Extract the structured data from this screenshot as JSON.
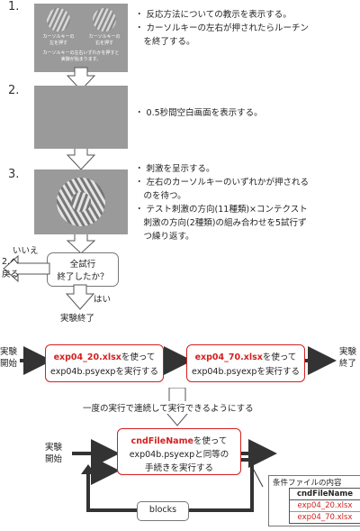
{
  "steps": [
    {
      "num": "1.",
      "bullets": [
        [
          "・ 反応方法についての教示を表示する。"
        ],
        [
          "・ カーソルキーの左右が押されたらルーチン",
          "　を終了する。"
        ]
      ],
      "screen_text": {
        "left": "カーソルキーの\n左を押す",
        "right": "カーソルキーの\n右を押す",
        "bottom": "カーソルキーの左右いずれかを押すと\n実験が始まります。"
      }
    },
    {
      "num": "2.",
      "bullets": [
        [
          "・ 0.5秒間空白画面を表示する。"
        ]
      ]
    },
    {
      "num": "3.",
      "bullets": [
        [
          "・ 刺激を呈示する。"
        ],
        [
          "・ 左右のカーソルキーのいずれかが押される",
          "　のを待つ。"
        ],
        [
          "・ テスト刺激の方向(11種類)×コンテクスト",
          "　刺激の方向(2種類)の組み合わせを5試行ず",
          "　つ繰り返す。"
        ]
      ]
    }
  ],
  "decision": {
    "text1": "全試行",
    "text2": "終了したか？",
    "no": "いいえ",
    "goto1": "2.へ",
    "goto2": "戻る",
    "yes": "はい",
    "end": "実験終了"
  },
  "flow1": {
    "start1": "実験",
    "start2": "開始",
    "box1_red": "exp04_20.xlsx",
    "box1_rest": "を使って",
    "box1_line2": "exp04b.psyexpを実行する",
    "box2_red": "exp04_70.xlsx",
    "box2_rest": "を使って",
    "box2_line2": "exp04b.psyexpを実行する",
    "end1": "実験",
    "end2": "終了"
  },
  "merge_label": "一度の実行で連続して実行できるようにする",
  "flow2": {
    "start1": "実験",
    "start2": "開始",
    "box_red": "cndFileName",
    "box_rest": "を使って",
    "box_line2": "exp04b.psyexpと同等の",
    "box_line3": "手続きを実行する",
    "loop": "blocks"
  },
  "cond_table": {
    "title": "条件ファイルの内容",
    "header": "cndFileName",
    "rows": [
      "exp04_20.xlsx",
      "exp04_70.xlsx"
    ]
  },
  "colors": {
    "accent": "#d42020",
    "screen": "#9a9a9a"
  }
}
